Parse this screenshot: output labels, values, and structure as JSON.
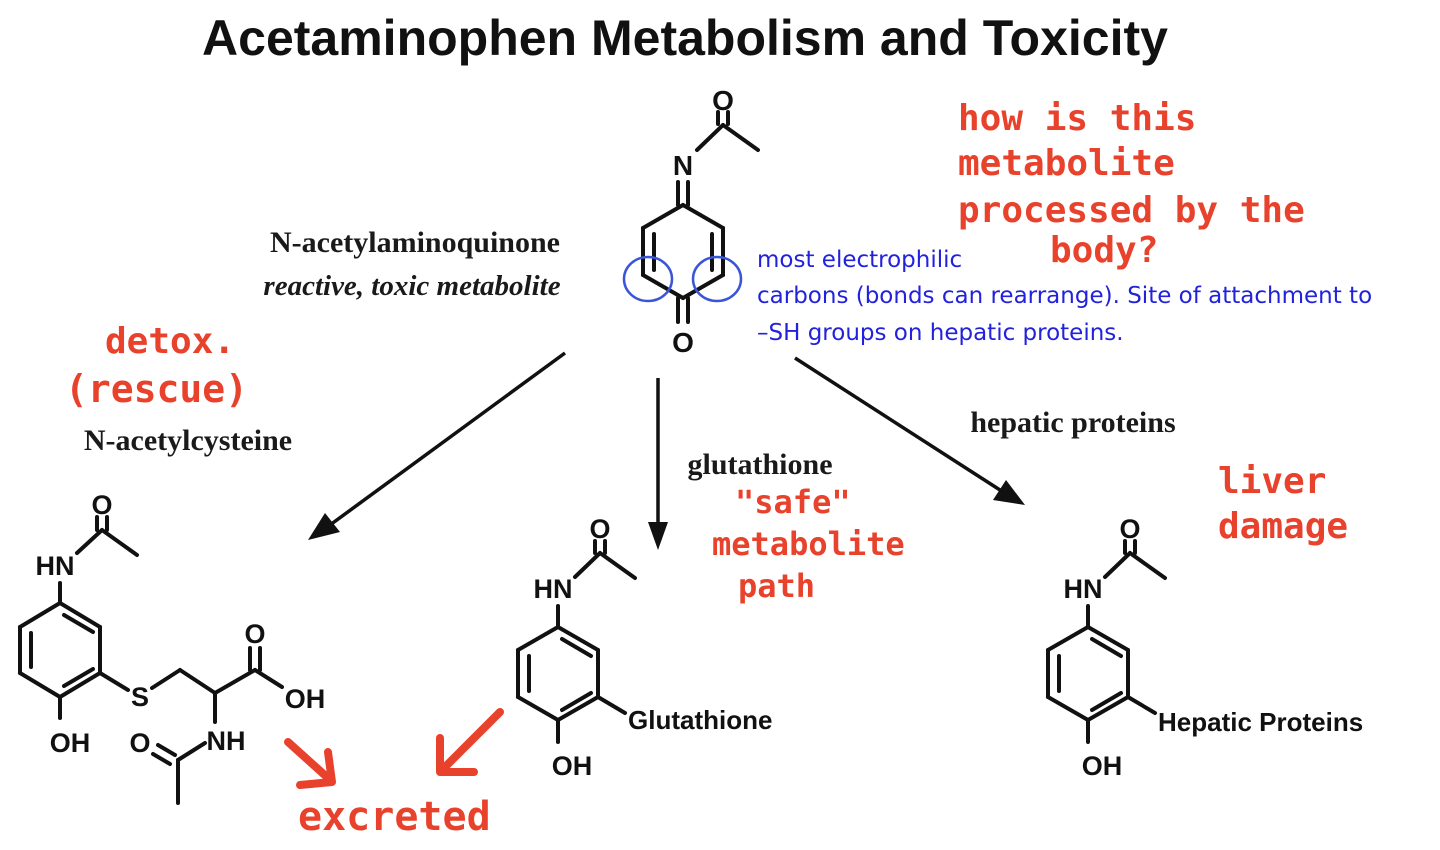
{
  "title": "Acetaminophen Metabolism and Toxicity",
  "center": {
    "name": "N-acetylaminoquinone",
    "desc": "reactive, toxic metabolite",
    "atoms": {
      "o_top": "O",
      "n": "N",
      "o_bottom": "O"
    }
  },
  "note_blue": {
    "lines": [
      "most electrophilic",
      "carbons (bonds can rearrange). Site of attachment to",
      "–SH groups on hepatic proteins."
    ],
    "color": "#2222dd"
  },
  "left": {
    "reagent": "N-acetylcysteine",
    "atoms": {
      "o_top": "O",
      "hn": "HN",
      "s": "S",
      "o_acid": "O",
      "oh_acid": "OH",
      "oh_ring": "OH",
      "o_amide": "O",
      "nh": "NH"
    }
  },
  "middle": {
    "reagent": "glutathione",
    "atoms": {
      "o_top": "O",
      "hn": "HN",
      "substituent": "Glutathione",
      "oh": "OH"
    }
  },
  "right": {
    "reagent": "hepatic proteins",
    "atoms": {
      "o_top": "O",
      "hn": "HN",
      "substituent": "Hepatic Proteins",
      "oh": "OH"
    }
  },
  "handwriting": {
    "color": "#e8422c",
    "question": [
      "how is this",
      "metabolite",
      "processed by the",
      "body?"
    ],
    "detox": [
      "detox.",
      "(rescue)"
    ],
    "safe": [
      "\"safe\"",
      "metabolite",
      "path"
    ],
    "liver": [
      "liver",
      "damage"
    ],
    "excreted": "excreted"
  }
}
